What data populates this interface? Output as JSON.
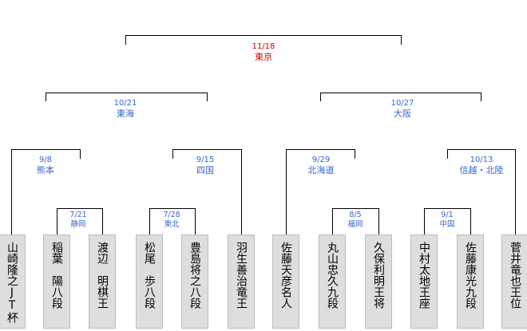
{
  "bracket": {
    "final": {
      "date": "11/18",
      "venue": "東京"
    },
    "semis": [
      {
        "date": "10/21",
        "venue": "東海"
      },
      {
        "date": "10/27",
        "venue": "大阪"
      }
    ],
    "quarters": [
      {
        "date": "9/8",
        "venue": "熊本"
      },
      {
        "date": "9/15",
        "venue": "四国"
      },
      {
        "date": "9/29",
        "venue": "北海道"
      },
      {
        "date": "10/13",
        "venue": "信越・北陸"
      }
    ],
    "first_round": [
      {
        "date": "7/21",
        "venue": "静岡"
      },
      {
        "date": "7/28",
        "venue": "東北"
      },
      {
        "date": "8/5",
        "venue": "福岡"
      },
      {
        "date": "9/1",
        "venue": "中国"
      }
    ]
  },
  "players": [
    "山崎隆之JT杯",
    "稲葉　陽八段",
    "渡辺　明棋王",
    "松尾　歩八段",
    "豊島将之八段",
    "羽生善治竜王",
    "佐藤天彦名人",
    "丸山忠久九段",
    "久保利明王将",
    "中村太地王座",
    "佐藤康光九段",
    "菅井竜也王位"
  ],
  "colors": {
    "line": "#000000",
    "label": "#3366cc",
    "final_label": "#cc0000",
    "box": "#dedede"
  }
}
